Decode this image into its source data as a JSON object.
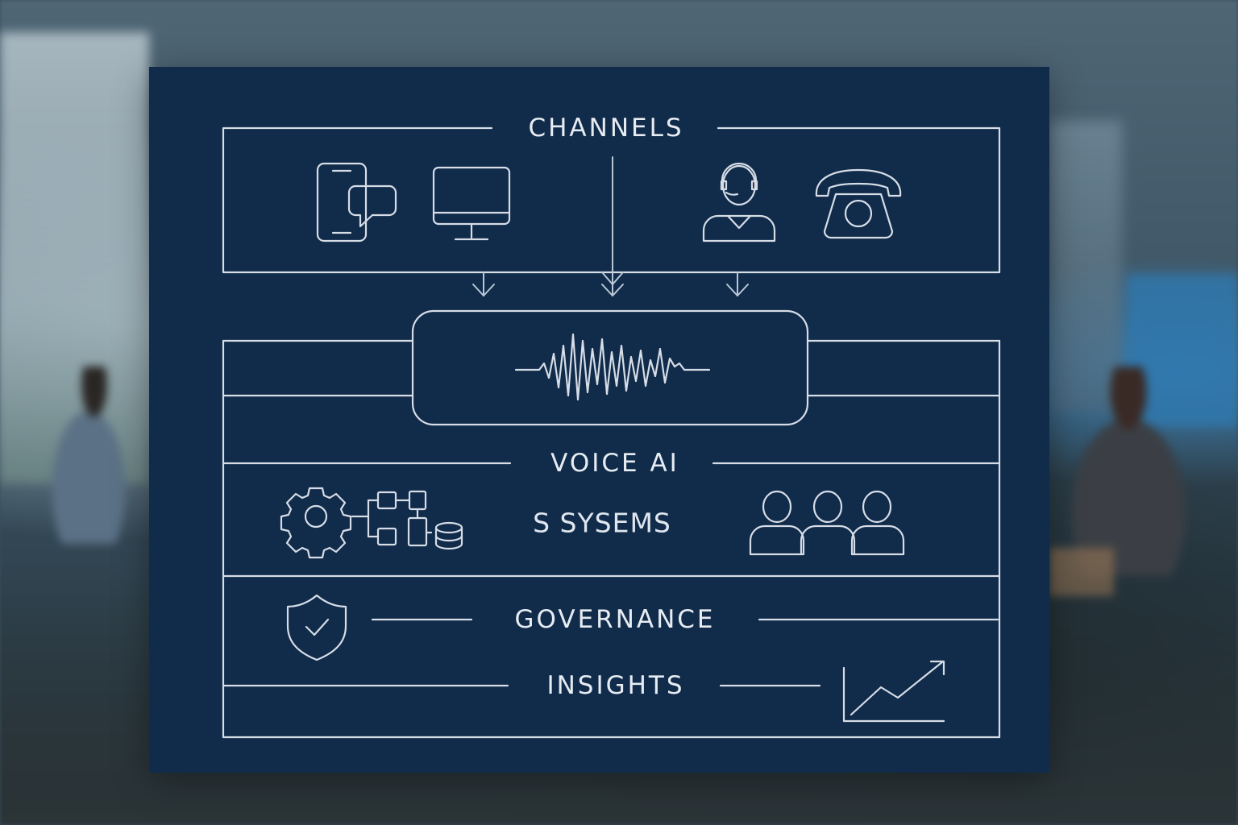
{
  "sections": {
    "channels": "CHANNELS",
    "voice_ai": "VOICE AI",
    "systems": "S SYSEMS",
    "governance": "GOVERNANCE",
    "insights": "INSIGHTS"
  },
  "icons": {
    "channels": [
      "mobile-chat-icon",
      "desktop-monitor-icon",
      "agent-headset-icon",
      "telephone-icon"
    ],
    "voice_ai": [
      "sound-wave-icon"
    ],
    "systems": [
      "gear-icon",
      "flowchart-icon",
      "database-icon",
      "user-group-icon"
    ],
    "governance": [
      "shield-check-icon"
    ],
    "insights": [
      "trend-chart-icon"
    ]
  },
  "colors": {
    "panel": "#112b4b",
    "line": "#d6dde6",
    "text": "#e6ecf2"
  }
}
